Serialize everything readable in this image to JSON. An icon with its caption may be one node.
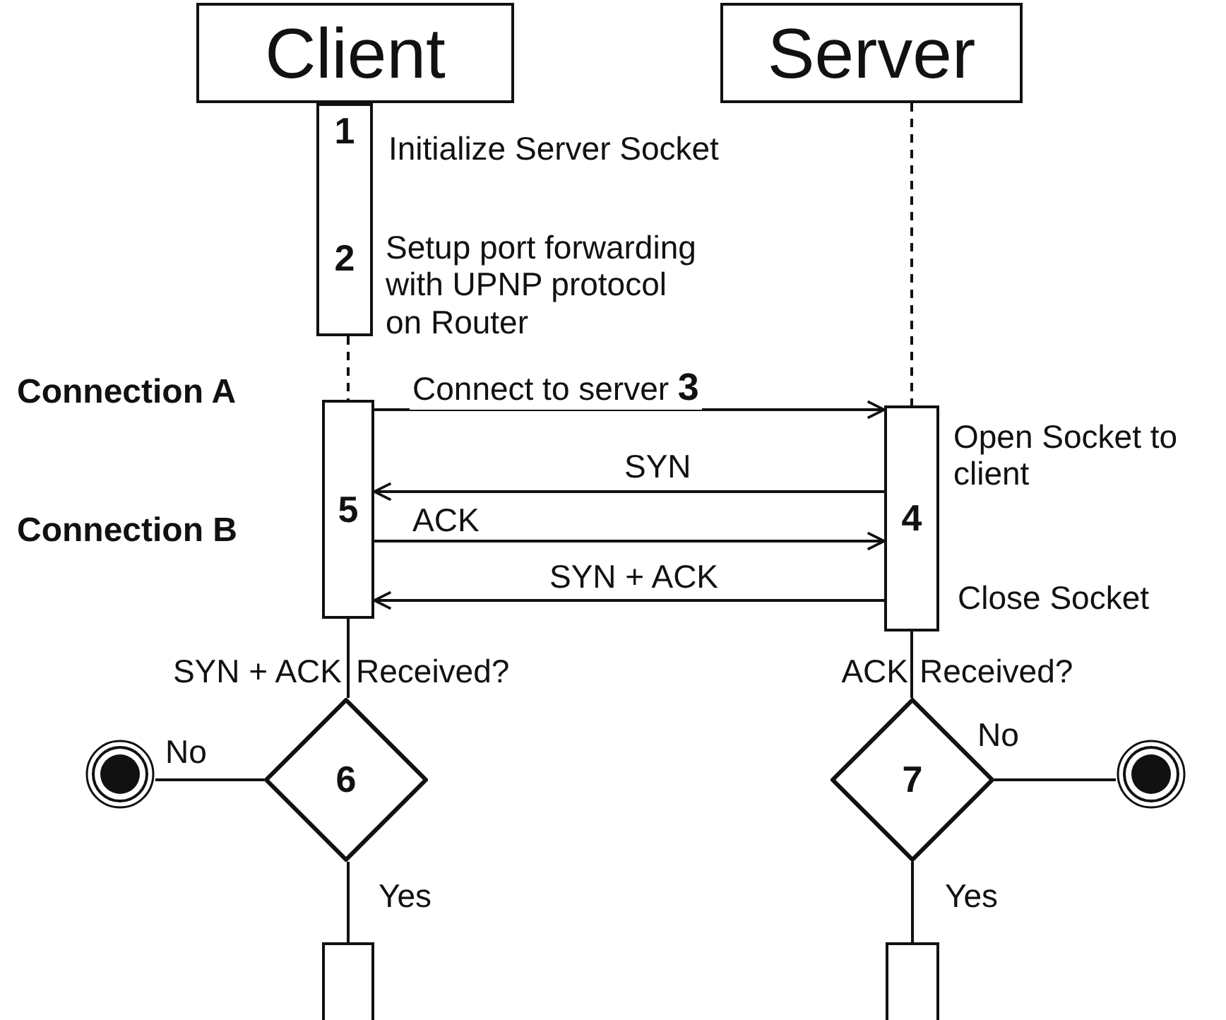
{
  "diagram": {
    "nodes": [
      {
        "text": [
          "Client"
        ]
      },
      {
        "text": [
          "Server"
        ]
      },
      {
        "text": [
          "1",
          "2"
        ],
        "beside": [
          "Initialize Server Socket",
          "Setup port forwarding with UPNP protocol on Router"
        ]
      },
      {
        "text": [
          "5"
        ]
      },
      {
        "text": [
          "4"
        ],
        "beside": [
          "Open Socket to client",
          "Close Socket"
        ]
      },
      {
        "text": [
          "6"
        ],
        "beside": [
          "SYN + ACK",
          "Received?"
        ]
      },
      {
        "text": [
          "7"
        ],
        "beside": [
          "ACK",
          "Received?"
        ]
      },
      {
        "text": [],
        "shape": "circle"
      },
      {
        "text": [],
        "shape": "circle"
      },
      {
        "text": [],
        "shape": "bar"
      },
      {
        "text": [],
        "shape": "bar"
      }
    ],
    "edges": [
      {
        "from": 2,
        "to": 3,
        "arrow": "none",
        "style": "dashed"
      },
      {
        "from": 1,
        "to": 4,
        "arrow": "none",
        "style": "dashed"
      },
      {
        "from": 3,
        "to": 4,
        "arrow": "to",
        "label": "Connect to server **3**"
      },
      {
        "from": 4,
        "to": 3,
        "arrow": "to",
        "label": "SYN"
      },
      {
        "from": 3,
        "to": 4,
        "arrow": "to",
        "label": "ACK"
      },
      {
        "from": 4,
        "to": 3,
        "arrow": "to",
        "label": "SYN + ACK"
      },
      {
        "from": 3,
        "to": 5,
        "arrow": "none"
      },
      {
        "from": 4,
        "to": 6,
        "arrow": "none"
      },
      {
        "from": 5,
        "to": 7,
        "arrow": "none",
        "label": "No"
      },
      {
        "from": 6,
        "to": 8,
        "arrow": "none",
        "label": "No"
      },
      {
        "from": 5,
        "to": 9,
        "arrow": "none",
        "label": "Yes"
      },
      {
        "from": 6,
        "to": 10,
        "arrow": "none",
        "label": "Yes"
      }
    ],
    "labels": [
      "Connection A",
      "Connection B"
    ]
  }
}
